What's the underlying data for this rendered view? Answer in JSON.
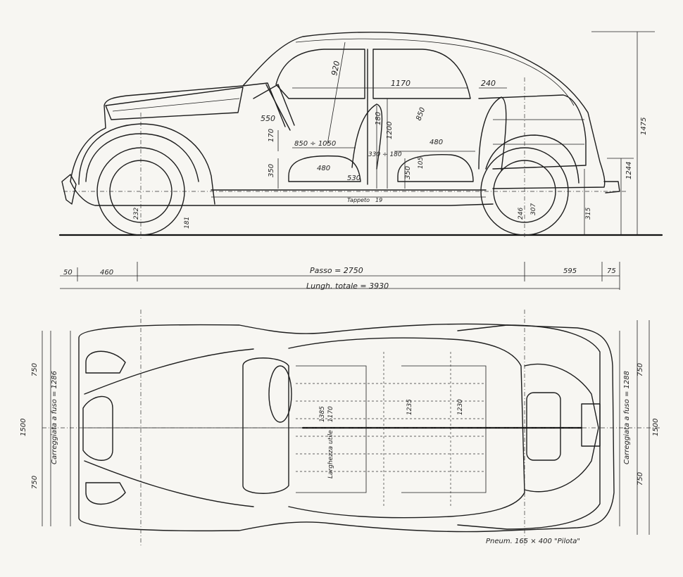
{
  "side_view": {
    "dims": {
      "roof_diag": "920",
      "interior_length": "1170",
      "rear_overhang_top": "240",
      "front_seat_height": "550",
      "seat_backrest": "170",
      "seat_span": "850 ÷ 1050",
      "front_seat_depth": "480",
      "seat_base": "350",
      "pedal_gap": "530",
      "seat_spacing": "330 ÷ 180",
      "center_pillar": "180",
      "interior_height": "1200",
      "rear_headroom": "850",
      "rear_seat_depth": "480",
      "rear_seat_height": "350",
      "rear_seat_base": "105",
      "carpet_label": "Tappeto",
      "carpet_thickness": "19",
      "front_wheel_height": "232",
      "ground_clearance_front": "181",
      "rear_wheel_a": "246",
      "rear_wheel_b": "307",
      "rear_bumper_height": "315",
      "total_height": "1475",
      "rear_height": "1244"
    },
    "bottom": {
      "front_overhang_small": "50",
      "front_overhang": "460",
      "wheelbase": "Passo = 2750",
      "rear_overhang": "595",
      "rear_bumper": "75",
      "total_length": "Lungh. totale = 3930"
    }
  },
  "top_view": {
    "dims": {
      "front_half_upper": "750",
      "front_half_lower": "750",
      "front_width_total": "1500",
      "front_track": "Carreggiata a fuso = 1286",
      "width_1385": "1385",
      "width_1170": "1170",
      "inner_width_label": "Larghezza utile",
      "width_1235": "1235",
      "width_1230": "1230",
      "rear_track": "Carreggiata a fuso = 1288",
      "rear_half_upper": "750",
      "rear_half_lower": "750",
      "rear_width_total": "1500"
    },
    "tyres": "Pneum. 165 × 400 \"Pilota\""
  }
}
